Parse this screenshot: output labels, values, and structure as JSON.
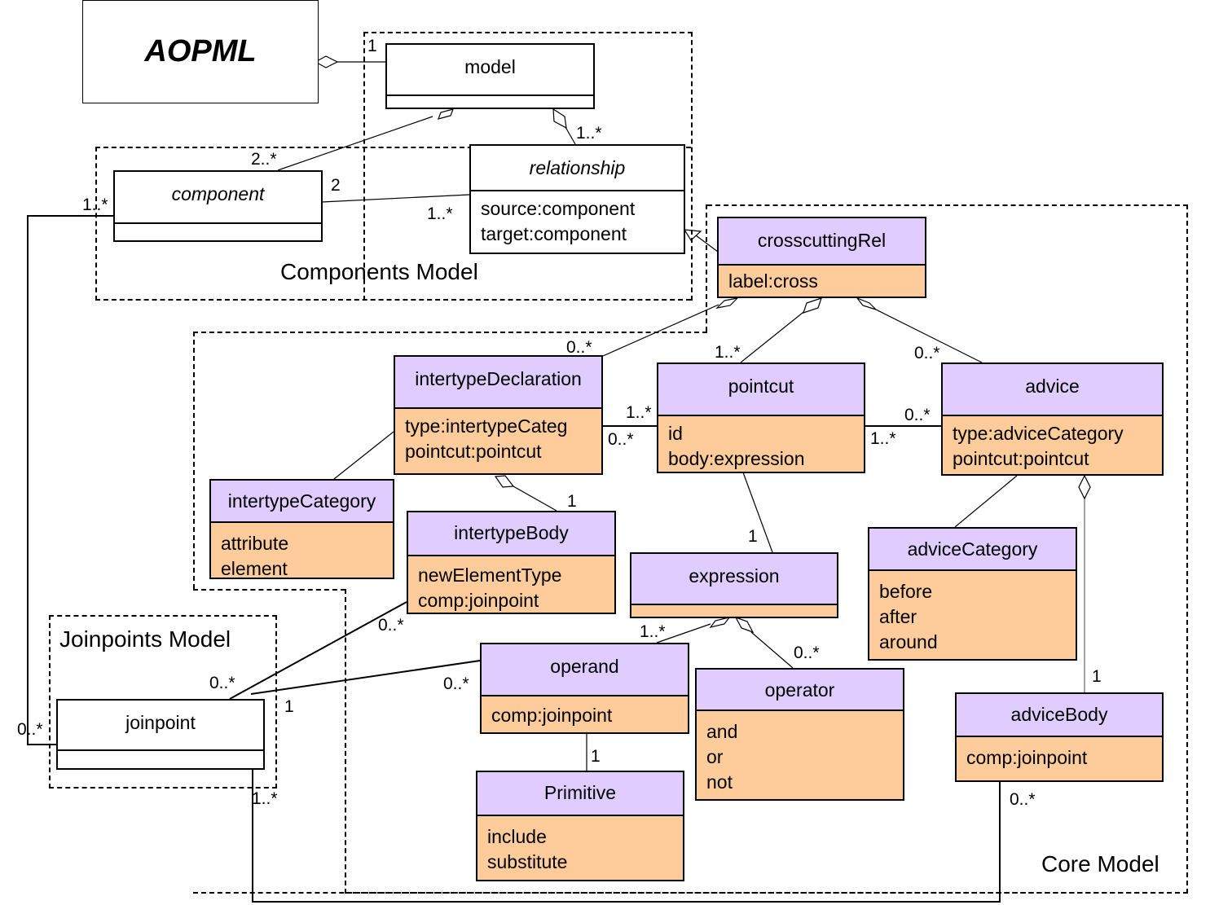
{
  "diagram": {
    "title": "AOPML",
    "packages": {
      "components": "Components Model",
      "joinpoints": "Joinpoints Model",
      "core": "Core Model"
    },
    "classes": {
      "model": {
        "name": "model"
      },
      "component": {
        "name": "component"
      },
      "relationship": {
        "name": "relationship",
        "attrs": [
          "source:component",
          "target:component"
        ]
      },
      "crosscuttingRel": {
        "name": "crosscuttingRel",
        "attrs": [
          "label:cross"
        ]
      },
      "intertypeDeclaration": {
        "name": "intertypeDeclaration",
        "attrs": [
          "type:intertypeCateg",
          "pointcut:pointcut"
        ]
      },
      "pointcut": {
        "name": "pointcut",
        "attrs": [
          "id",
          "body:expression"
        ]
      },
      "advice": {
        "name": "advice",
        "attrs": [
          "type:adviceCategory",
          "pointcut:pointcut"
        ]
      },
      "intertypeCategory": {
        "name": "intertypeCategory",
        "attrs": [
          "attribute",
          "element"
        ]
      },
      "intertypeBody": {
        "name": "intertypeBody",
        "attrs": [
          "newElementType",
          "comp:joinpoint"
        ]
      },
      "expression": {
        "name": "expression"
      },
      "adviceCategory": {
        "name": "adviceCategory",
        "attrs": [
          "before",
          "after",
          "around"
        ]
      },
      "operand": {
        "name": "operand",
        "attrs": [
          "comp:joinpoint"
        ]
      },
      "operator": {
        "name": "operator",
        "attrs": [
          "and",
          "or",
          "not"
        ]
      },
      "joinpoint": {
        "name": "joinpoint"
      },
      "primitive": {
        "name": "Primitive",
        "attrs": [
          "include",
          "substitute"
        ]
      },
      "adviceBody": {
        "name": "adviceBody",
        "attrs": [
          "comp:joinpoint"
        ]
      }
    },
    "multiplicities": {
      "aopml_model": "1",
      "model_component": "2..*",
      "model_relationship": "1..*",
      "comp_rel_comp_end": "2",
      "comp_rel_rel_end": "1..*",
      "comp_joinpoint_comp_end": "1..*",
      "comp_joinpoint_jp_end": "0..*",
      "cross_itd": "0..*",
      "cross_pointcut": "1..*",
      "cross_advice": "0..*",
      "itd_pointcut_pc_end": "1..*",
      "itd_pointcut_itd_end": "0..*",
      "pointcut_advice_adv_end": "0..*",
      "pointcut_advice_pc_end": "1..*",
      "itd_body": "1",
      "pointcut_expression": "1",
      "expr_operand": "1..*",
      "expr_operator": "0..*",
      "body_joinpoint": "0..*",
      "jp_body_end": "0..*",
      "jp_operand_jp_end": "1",
      "operand_jp_operand_end": "0..*",
      "operand_primitive": "1",
      "advice_body": "1",
      "advicebody_jp_ab_end": "0..*",
      "advicebody_jp_jp_end": "1..*"
    }
  },
  "colors": {
    "class_name_fill": "#e0ccff",
    "class_attr_fill": "#fdcc9a",
    "line": "#000000"
  }
}
